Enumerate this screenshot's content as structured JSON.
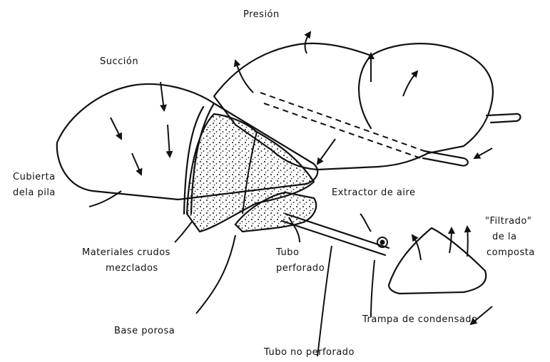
{
  "labels": {
    "presion": "Presión",
    "succion": "Succión",
    "cubierta_line1": "Cubierta",
    "cubierta_line2": "dela pila",
    "extractor": "Extractor de aire",
    "filtrado_line1": "\"Filtrado\"",
    "filtrado_line2": "de la",
    "filtrado_line3": "composta",
    "materiales_line1": "Materiales crudos",
    "materiales_line2": "mezclados",
    "tubo_perf_line1": "Tubo",
    "tubo_perf_line2": "perforado",
    "trampa": "Trampa de condensado",
    "base": "Base porosa",
    "tubo_no_perf": "Tubo no perforado"
  }
}
